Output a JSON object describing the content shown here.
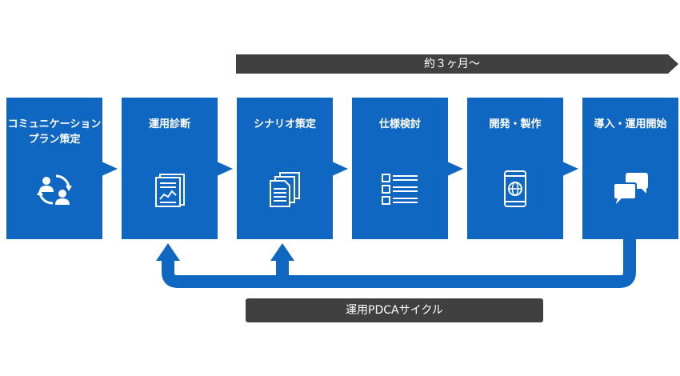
{
  "duration": {
    "label": "約３ヶ月〜"
  },
  "steps": [
    {
      "label": "コミュニケーション\nプラン策定",
      "icon": "people-cycle-icon"
    },
    {
      "label": "運用診断",
      "icon": "report-chart-icon"
    },
    {
      "label": "シナリオ策定",
      "icon": "documents-stack-icon"
    },
    {
      "label": "仕様検討",
      "icon": "checklist-icon"
    },
    {
      "label": "開発・製作",
      "icon": "smartphone-globe-icon"
    },
    {
      "label": "導入・運用開始",
      "icon": "chat-bubbles-icon"
    }
  ],
  "loop": {
    "label": "運用PDCAサイクル"
  },
  "colors": {
    "step": "#0f67c1",
    "bar": "#404040",
    "arrow": "#0f67c1"
  }
}
